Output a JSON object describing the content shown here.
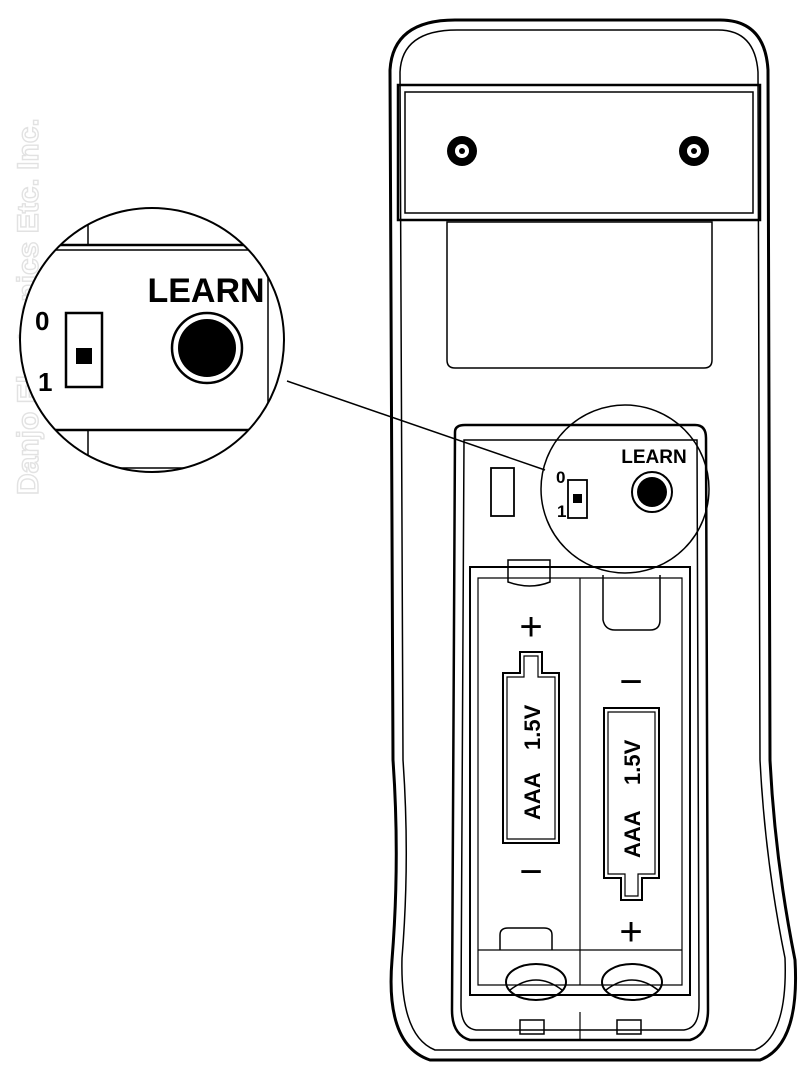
{
  "watermark": "Danjo Electronics Etc. Inc.",
  "zoom_callout": {
    "learn_label": "LEARN",
    "switch_label_off": "0",
    "switch_label_on": "1"
  },
  "remote": {
    "learn_label": "LEARN",
    "switch_label_off": "0",
    "switch_label_on": "1"
  },
  "batteries": [
    {
      "type": "AAA",
      "voltage": "1.5V",
      "plus": "+",
      "minus": "−"
    },
    {
      "type": "AAA",
      "voltage": "1.5V",
      "plus": "+",
      "minus": "−"
    }
  ],
  "colors": {
    "line": "#000000",
    "watermark": "#e6e6e6",
    "background": "#ffffff"
  }
}
